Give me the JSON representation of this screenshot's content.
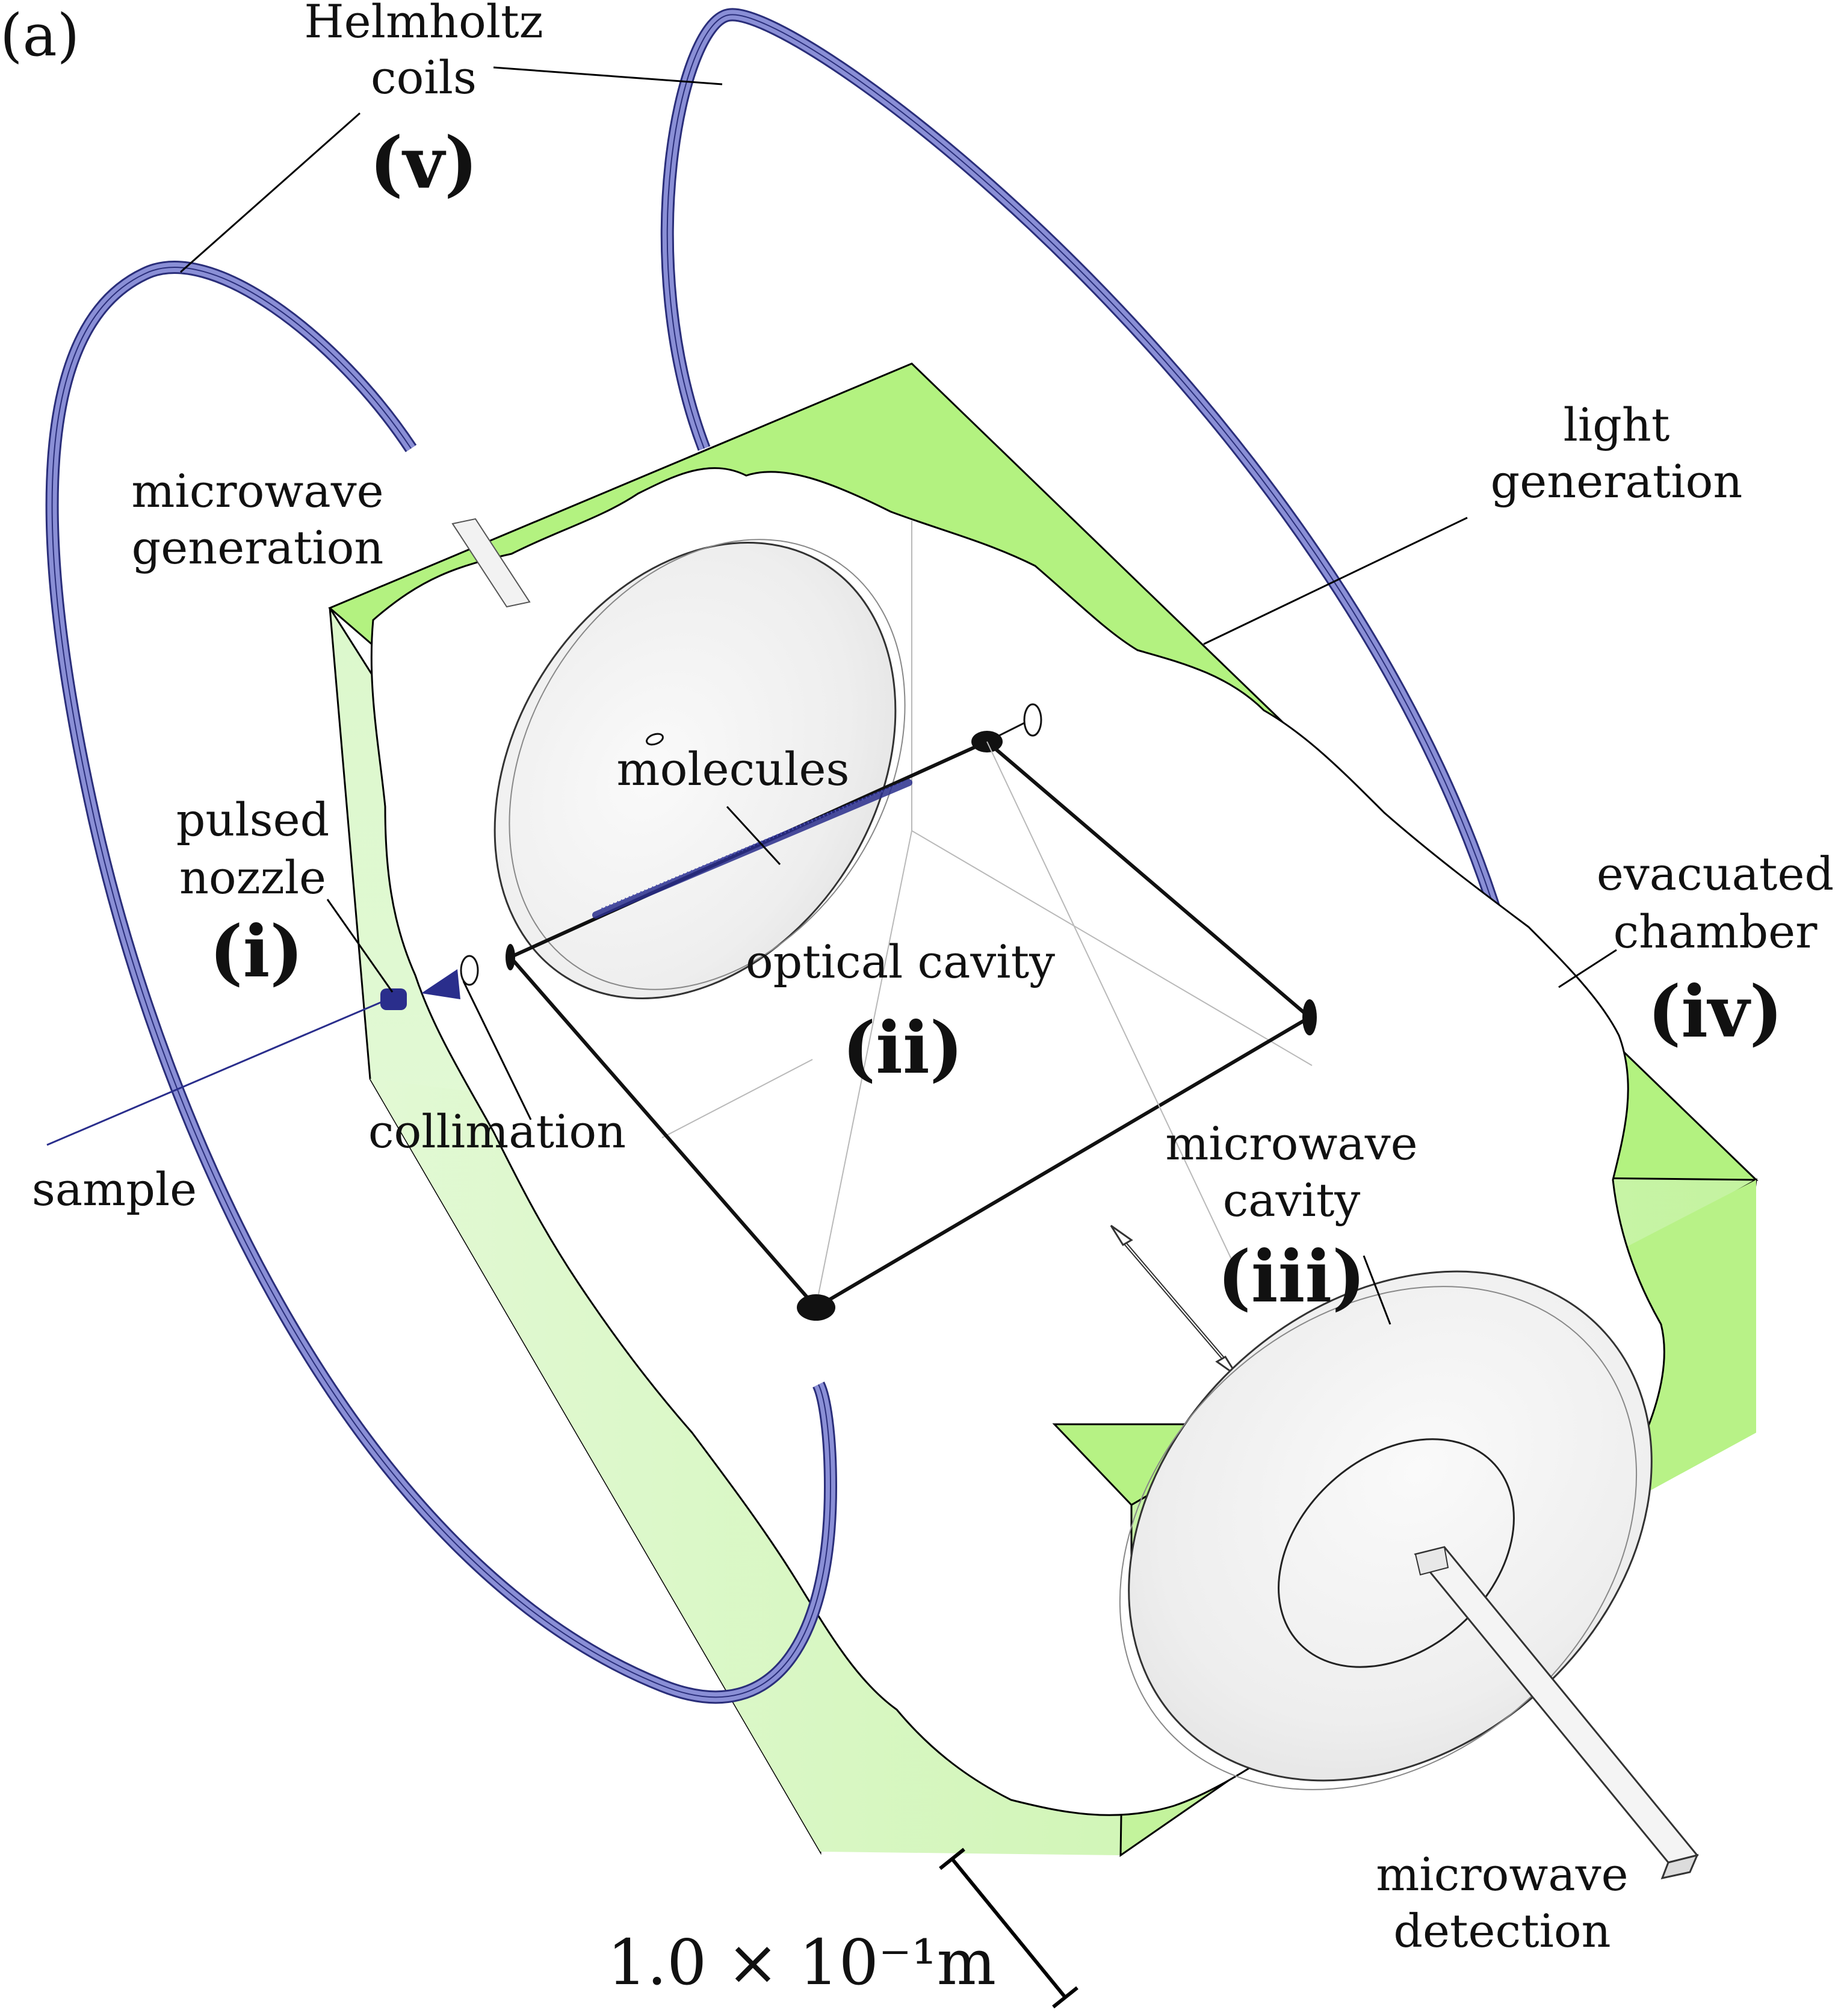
{
  "figure": {
    "panel_label": "(a)",
    "colors": {
      "chamber_light": "#e0f8d2",
      "chamber_mid": "#c6f4a6",
      "chamber_bright": "#b2f27e",
      "coil_fill": "#8a8fd6",
      "coil_line": "#2a2e7a",
      "mirror_fill": "#f3f3f3",
      "molecules": "#2a2e8c"
    }
  },
  "labels": {
    "helmholtz_line1": "Helmholtz",
    "helmholtz_line2": "coils",
    "helmholtz_numeral": "(v)",
    "mw_gen_line1": "microwave",
    "mw_gen_line2": "generation",
    "light_line1": "light",
    "light_line2": "generation",
    "molecules": "molecules",
    "pulsed_line1": "pulsed",
    "pulsed_line2": "nozzle",
    "pulsed_numeral": "(i)",
    "optical_cavity": "optical cavity",
    "optical_numeral": "(ii)",
    "evacuated_line1": "evacuated",
    "evacuated_line2": "chamber",
    "evacuated_numeral": "(iv)",
    "collimation": "collimation",
    "sample": "sample",
    "mw_cavity_line1": "microwave",
    "mw_cavity_line2": "cavity",
    "mw_cavity_numeral": "(iii)",
    "mw_det_line1": "microwave",
    "mw_det_line2": "detection",
    "scale_bar": "1.0 × 10⁻¹m"
  }
}
